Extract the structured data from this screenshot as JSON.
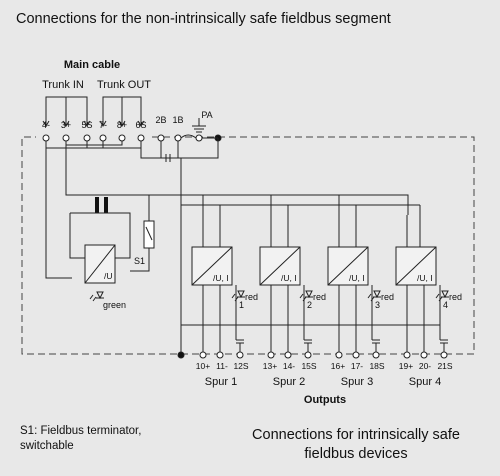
{
  "title": "Connections for the non-intrinsically safe fieldbus segment",
  "main_cable": "Main cable",
  "trunk_in": "Trunk IN",
  "trunk_out": "Trunk OUT",
  "top_terminals": [
    "4-",
    "3+",
    "5S",
    "7-",
    "8+",
    "6S",
    "2B",
    "1B",
    "PA"
  ],
  "switch_label": "S1",
  "psu_label": "/U",
  "green_led_label": "green",
  "spurs": [
    {
      "name": "Spur 1",
      "terminals": [
        "10+",
        "11-",
        "12S"
      ],
      "converter": "/U, I",
      "led": "red",
      "number": "1"
    },
    {
      "name": "Spur 2",
      "terminals": [
        "13+",
        "14-",
        "15S"
      ],
      "converter": "/U, I",
      "led": "red",
      "number": "2"
    },
    {
      "name": "Spur 3",
      "terminals": [
        "16+",
        "17-",
        "18S"
      ],
      "converter": "/U, I",
      "led": "red",
      "number": "3"
    },
    {
      "name": "Spur 4",
      "terminals": [
        "19+",
        "20-",
        "21S"
      ],
      "converter": "/U, I",
      "led": "red",
      "number": "4"
    }
  ],
  "outputs_label": "Outputs",
  "footnote": "S1: Fieldbus terminator, switchable",
  "bottom_caption": "Connections for intrinsically safe fieldbus devices"
}
